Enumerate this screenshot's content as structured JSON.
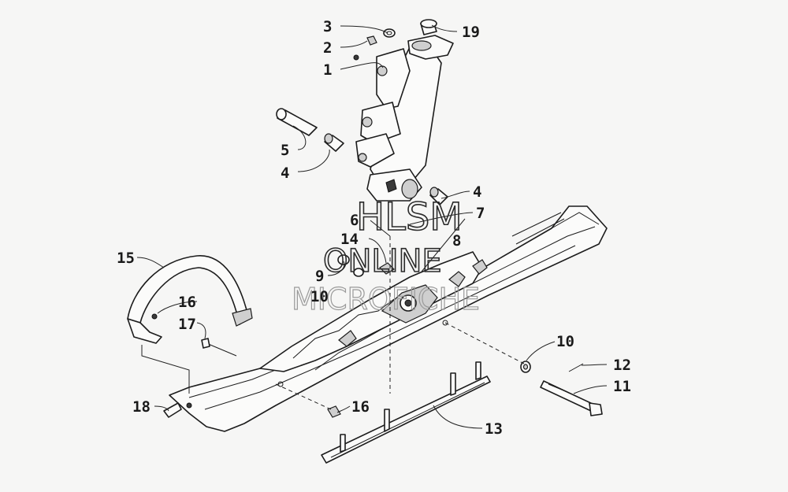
{
  "watermark": {
    "line1": "HLSM",
    "line2": "ONLINE",
    "line3": "MICROFICHE"
  },
  "callouts": [
    {
      "id": "c3",
      "label": "3"
    },
    {
      "id": "c19",
      "label": "19"
    },
    {
      "id": "c2",
      "label": "2"
    },
    {
      "id": "c1",
      "label": "1"
    },
    {
      "id": "c5",
      "label": "5"
    },
    {
      "id": "c4a",
      "label": "4"
    },
    {
      "id": "c4b",
      "label": "4"
    },
    {
      "id": "c6",
      "label": "6"
    },
    {
      "id": "c7",
      "label": "7"
    },
    {
      "id": "c8",
      "label": "8"
    },
    {
      "id": "c14",
      "label": "14"
    },
    {
      "id": "c15",
      "label": "15"
    },
    {
      "id": "c9",
      "label": "9"
    },
    {
      "id": "c10a",
      "label": "10"
    },
    {
      "id": "c16a",
      "label": "16"
    },
    {
      "id": "c17",
      "label": "17"
    },
    {
      "id": "c10b",
      "label": "10"
    },
    {
      "id": "c12",
      "label": "12"
    },
    {
      "id": "c11",
      "label": "11"
    },
    {
      "id": "c18",
      "label": "18"
    },
    {
      "id": "c16b",
      "label": "16"
    },
    {
      "id": "c13",
      "label": "13"
    }
  ]
}
